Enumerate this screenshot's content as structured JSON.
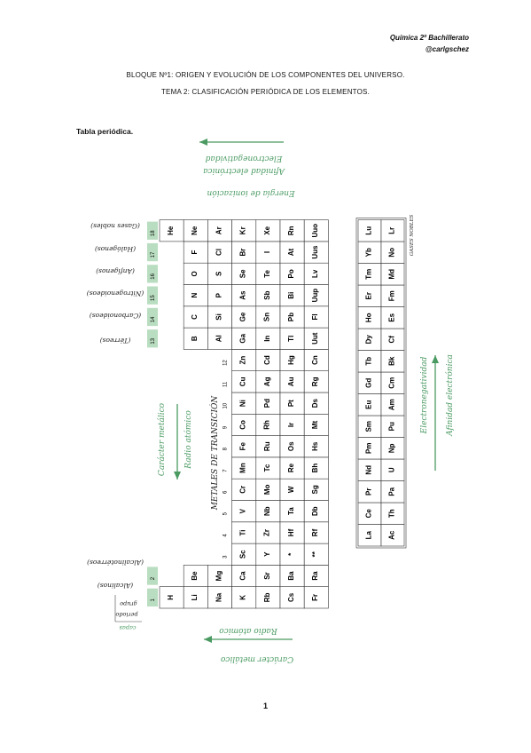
{
  "header": {
    "course": "Química 2º Bachillerato",
    "author": "@carlgschez"
  },
  "titles": {
    "block": "BLOQUE Nº1: ORIGEN Y EVOLUCIÓN DE LOS COMPONENTES DEL UNIVERSO.",
    "topic": "TEMA 2: CLASIFICACIÓN PERIÓDICA DE LOS ELEMENTOS."
  },
  "section_title": "Tabla periódica.",
  "page_number": "1",
  "annotations": {
    "transition": "METALES DE TRANSICIÓN",
    "table_label": "GASES NOBLES",
    "ions": [
      "(Gases nobles)",
      "(Halógenos)",
      "(Anfígenos)",
      "(Nitrogenoideos)",
      "(Carbonoideos)",
      "(Térreos)",
      "(Alcalinotérreos)",
      "(Alcalinos)"
    ],
    "top_arrow": [
      "Electronegatividad",
      "Afinidad electrónica",
      "Energía de ionización"
    ],
    "left_arrow": [
      "Carácter metálico",
      "Radio atómico"
    ],
    "bottom_arrow": [
      "Radio atómico",
      "Carácter metálico"
    ],
    "right_arrow": [
      "Electronegatividad",
      "Afinidad electrónica"
    ],
    "legend": [
      "grupo",
      "periodo",
      "capas"
    ]
  },
  "colors": {
    "highlight": "#a8d4b0",
    "ink": "#4a9a62"
  },
  "main_table": [
    [
      "H",
      "He"
    ],
    [
      "Li",
      "Be",
      "B",
      "C",
      "N",
      "O",
      "F",
      "Ne"
    ],
    [
      "Na",
      "Mg",
      "Al",
      "Si",
      "P",
      "S",
      "Cl",
      "Ar"
    ],
    [
      "K",
      "Ca",
      "Sc",
      "Ti",
      "V",
      "Cr",
      "Mn",
      "Fe",
      "Co",
      "Ni",
      "Cu",
      "Zn",
      "Ga",
      "Ge",
      "As",
      "Se",
      "Br",
      "Kr"
    ],
    [
      "Rb",
      "Sr",
      "Y",
      "Zr",
      "Nb",
      "Mo",
      "Tc",
      "Ru",
      "Rh",
      "Pd",
      "Ag",
      "Cd",
      "In",
      "Sn",
      "Sb",
      "Te",
      "I",
      "Xe"
    ],
    [
      "Cs",
      "Ba",
      "*",
      "Hf",
      "Ta",
      "W",
      "Re",
      "Os",
      "Ir",
      "Pt",
      "Au",
      "Hg",
      "Tl",
      "Pb",
      "Bi",
      "Po",
      "At",
      "Rn"
    ],
    [
      "Fr",
      "Ra",
      "**",
      "Rf",
      "Db",
      "Sg",
      "Bh",
      "Hs",
      "Mt",
      "Ds",
      "Rg",
      "Cn",
      "Uut",
      "Fl",
      "Uup",
      "Lv",
      "Uus",
      "Uuo"
    ]
  ],
  "lanthanides": [
    "La",
    "Ce",
    "Pr",
    "Nd",
    "Pm",
    "Sm",
    "Eu",
    "Gd",
    "Tb",
    "Dy",
    "Ho",
    "Er",
    "Tm",
    "Yb",
    "Lu"
  ],
  "actinides": [
    "Ac",
    "Th",
    "Pa",
    "U",
    "Np",
    "Pu",
    "Am",
    "Cm",
    "Bk",
    "Cf",
    "Es",
    "Fm",
    "Md",
    "No",
    "Lr"
  ]
}
